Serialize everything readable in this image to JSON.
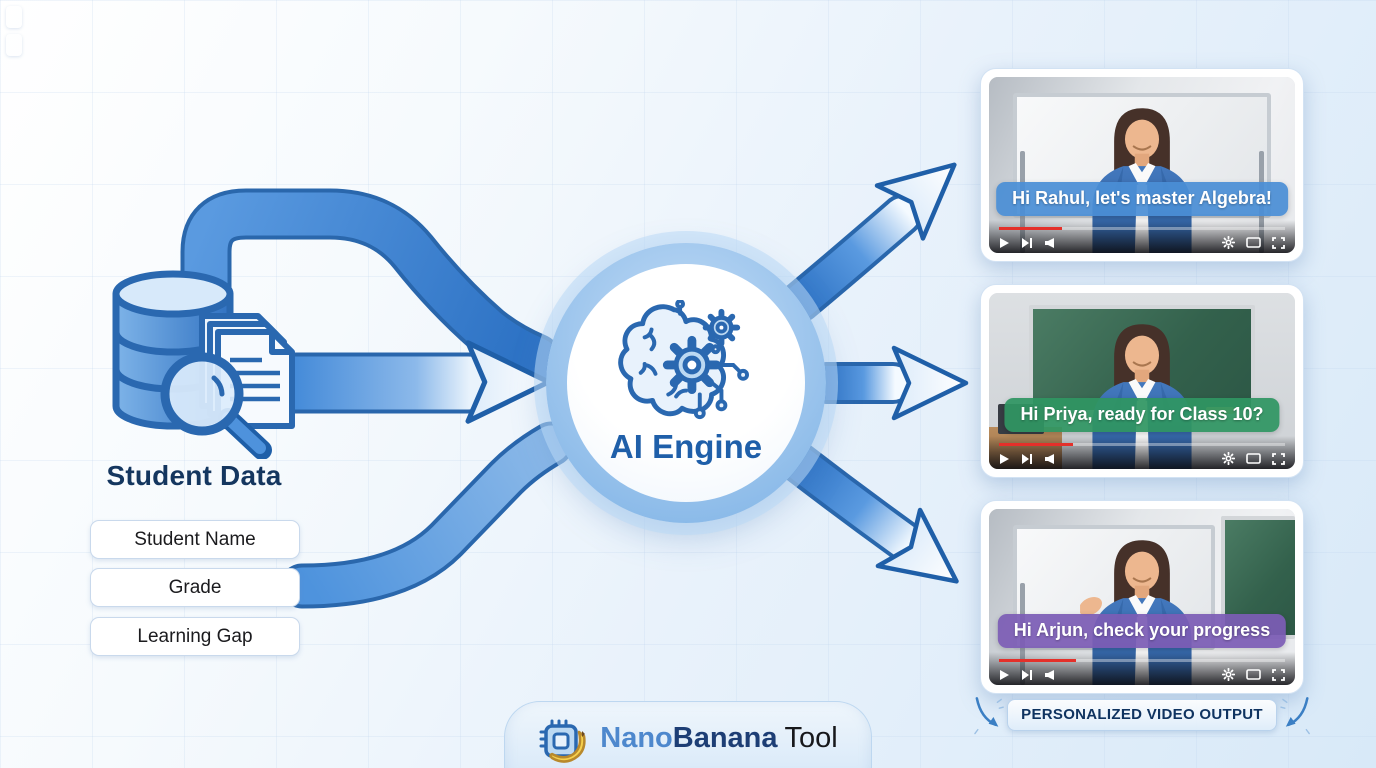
{
  "input": {
    "title": "Student Data",
    "fields": [
      "Student Name",
      "Grade",
      "Learning Gap"
    ]
  },
  "engine": {
    "label": "AI Engine"
  },
  "videos": [
    {
      "caption": "Hi Rahul, let's master Algebra!",
      "caption_color": "rgba(74,142,213,0.93)",
      "progress_pct": 22,
      "scene": "whiteboard"
    },
    {
      "caption": "Hi Priya, ready for Class 10?",
      "caption_color": "rgba(47,150,98,0.93)",
      "progress_pct": 26,
      "scene": "chalkboard"
    },
    {
      "caption": "Hi Arjun, check your progress",
      "caption_color": "rgba(124,92,181,0.93)",
      "progress_pct": 27,
      "scene": "whiteboard-chalkboard"
    }
  ],
  "output_label": "PERSONALIZED VIDEO OUTPUT",
  "brand": {
    "part1": "Nano",
    "part2": "Banana",
    "part3": "Tool"
  },
  "icons": {
    "database": "database-magnifier-documents",
    "engine": "brain-gears-circuit",
    "brand": "chip-banana",
    "player": [
      "play",
      "next",
      "volume",
      "settings",
      "pip",
      "fullscreen"
    ]
  },
  "colors": {
    "arrow_blue": "#3b82d6",
    "arrow_outline": "#1f5fa8",
    "engine_text": "#1f5fa9",
    "title_text": "#14365f",
    "progress_red": "#e4302a",
    "caption_blue": "#4a8ed5",
    "caption_green": "#2f9662",
    "caption_purple": "#7c5cb5"
  }
}
